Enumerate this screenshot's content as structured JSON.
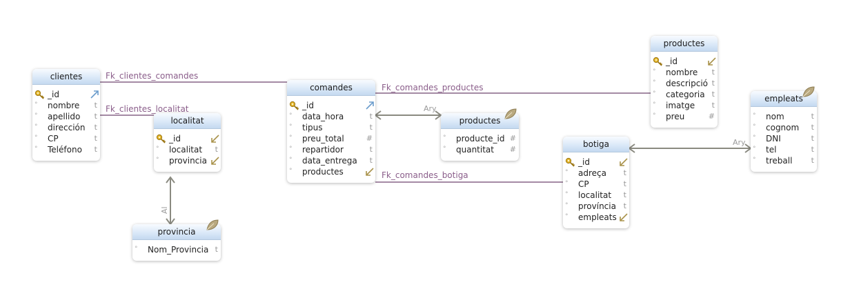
{
  "entities": [
    {
      "id": "clientes",
      "title": "clientes",
      "fields": [
        {
          "name": "_id",
          "type": "",
          "pk": true,
          "fk": "out"
        },
        {
          "name": "nombre",
          "type": "t"
        },
        {
          "name": "apellido",
          "type": "t"
        },
        {
          "name": "dirección",
          "type": "t"
        },
        {
          "name": "CP",
          "type": "t"
        },
        {
          "name": "Teléfono",
          "type": "t"
        }
      ]
    },
    {
      "id": "localitat",
      "title": "localitat",
      "fields": [
        {
          "name": "_id",
          "type": "",
          "pk": true,
          "fk": "in"
        },
        {
          "name": "localitat",
          "type": "t"
        },
        {
          "name": "provincia",
          "type": "",
          "fk": "in"
        }
      ]
    },
    {
      "id": "provincia",
      "title": "provincia",
      "badge": true,
      "fields": [
        {
          "name": "Nom_Provincia",
          "type": "t"
        }
      ]
    },
    {
      "id": "comandes",
      "title": "comandes",
      "fields": [
        {
          "name": "_id",
          "type": "",
          "pk": true,
          "fk": "out"
        },
        {
          "name": "data_hora",
          "type": "t"
        },
        {
          "name": "tipus",
          "type": "t"
        },
        {
          "name": "preu_total",
          "type": "#"
        },
        {
          "name": "repartidor",
          "type": "t"
        },
        {
          "name": "data_entrega",
          "type": "t"
        },
        {
          "name": "productes",
          "type": "",
          "fk": "in"
        }
      ]
    },
    {
      "id": "productes_embed",
      "title": "productes",
      "badge": true,
      "fields": [
        {
          "name": "producte_id",
          "type": "#"
        },
        {
          "name": "quantitat",
          "type": "#"
        }
      ]
    },
    {
      "id": "productes",
      "title": "productes",
      "fields": [
        {
          "name": "_id",
          "type": "",
          "pk": true,
          "fk": "in"
        },
        {
          "name": "nombre",
          "type": "t"
        },
        {
          "name": "descripció",
          "type": "t"
        },
        {
          "name": "categoria",
          "type": "t"
        },
        {
          "name": "imatge",
          "type": "t"
        },
        {
          "name": "preu",
          "type": "#"
        }
      ]
    },
    {
      "id": "botiga",
      "title": "botiga",
      "fields": [
        {
          "name": "_id",
          "type": "",
          "pk": true,
          "fk": "in"
        },
        {
          "name": "adreça",
          "type": "t"
        },
        {
          "name": "CP",
          "type": "t"
        },
        {
          "name": "localitat",
          "type": "t"
        },
        {
          "name": "província",
          "type": "t"
        },
        {
          "name": "empleats",
          "type": "",
          "fk": "in"
        }
      ]
    },
    {
      "id": "empleats",
      "title": "empleats",
      "badge": true,
      "fields": [
        {
          "name": "nom",
          "type": "t"
        },
        {
          "name": "cognom",
          "type": "t"
        },
        {
          "name": "DNI",
          "type": "t"
        },
        {
          "name": "tel",
          "type": "t"
        },
        {
          "name": "treball",
          "type": "t"
        }
      ]
    }
  ],
  "links": [
    {
      "id": "fk-clientes-comandes",
      "label": "Fk_clientes_comandes",
      "kind": "fk"
    },
    {
      "id": "fk-clientes-localitat",
      "label": "Fk_clientes_localitat",
      "kind": "fk"
    },
    {
      "id": "fk-comandes-productes",
      "label": "Fk_comandes_productes",
      "kind": "fk"
    },
    {
      "id": "fk-comandes-botiga",
      "label": "Fk_comandes_botiga",
      "kind": "fk"
    },
    {
      "id": "embed-comandes-productes",
      "label": "Ary",
      "kind": "embed"
    },
    {
      "id": "embed-botiga-empleats",
      "label": "Ary",
      "kind": "embed"
    },
    {
      "id": "embed-localitat-provincia",
      "label": "Al",
      "kind": "embed"
    }
  ],
  "colors": {
    "fk_line": "#a48aa4",
    "embed_line": "#8a8a80",
    "header": "#c4d9f0",
    "label": "#8a5d8a"
  }
}
